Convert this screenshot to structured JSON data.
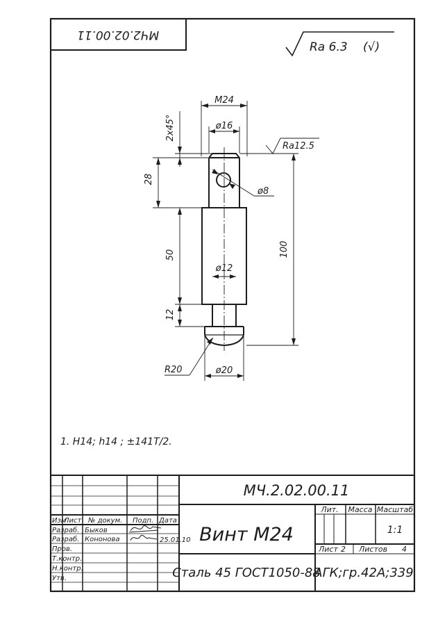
{
  "stamp_top": "МЧ2.02.00.11",
  "roughness_general": "Ra 6.3",
  "roughness_general_paren": "(√)",
  "dimensions": {
    "thread": "М24",
    "dia16": "ø16",
    "chamfer": "2х45°",
    "rough_local": "Ra12.5",
    "len28": "28",
    "hole": "ø8",
    "len50": "50",
    "len100": "100",
    "dia12": "ø12",
    "len12": "12",
    "radius": "R20",
    "dia20": "ø20"
  },
  "note": "1. Н14; h14 ; ±141Т/2.",
  "title_block": {
    "designation": "МЧ.2.02.00.11",
    "name": "Винт М24",
    "material": "Сталь 45 ГОСТ1050-88",
    "org": "АГК;гр.42А;339",
    "hdr_lit": "Лит.",
    "hdr_mass": "Масса",
    "hdr_scale": "Масштаб",
    "scale": "1:1",
    "sheet_label": "Лист",
    "sheet_no": "2",
    "sheets_label": "Листов",
    "sheets_count": "4",
    "col_izm": "Изм",
    "col_list": "Лист",
    "col_doc": "№ докум.",
    "col_sign": "Подп.",
    "col_date": "Дата",
    "row_razrab": "Разраб.",
    "row_razrab2": "Разраб.",
    "row_prov": "Пров.",
    "row_tkontr": "Т.контр.",
    "row_nkontr": "Н.контр.",
    "row_utv": "Утв.",
    "name1": "Быков",
    "name2": "Кононова",
    "date2": "25.01.10"
  }
}
